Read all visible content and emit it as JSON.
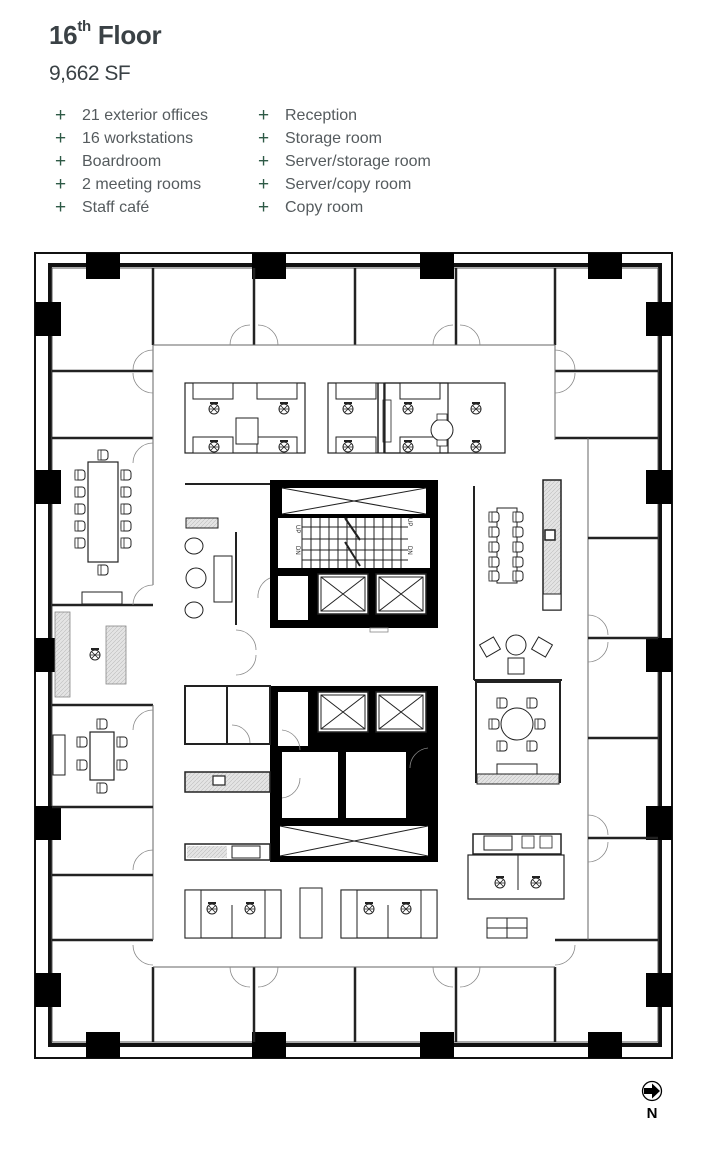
{
  "header": {
    "floor_number": "16",
    "floor_suffix": "th",
    "floor_word": "Floor",
    "area": "9,662 SF"
  },
  "features": {
    "column1": [
      {
        "icon": "plus-icon",
        "label": "21 exterior offices"
      },
      {
        "icon": "plus-icon",
        "label": "16 workstations"
      },
      {
        "icon": "plus-icon",
        "label": "Boardroom"
      },
      {
        "icon": "plus-icon",
        "label": "2 meeting rooms"
      },
      {
        "icon": "plus-icon",
        "label": "Staff café"
      }
    ],
    "column2": [
      {
        "icon": "plus-icon",
        "label": "Reception"
      },
      {
        "icon": "plus-icon",
        "label": "Storage room"
      },
      {
        "icon": "plus-icon",
        "label": "Server/storage room"
      },
      {
        "icon": "plus-icon",
        "label": "Server/copy room"
      },
      {
        "icon": "plus-icon",
        "label": "Copy room"
      }
    ],
    "plus_symbol": "+",
    "accent_color": "#2e5a46"
  },
  "floor_plan": {
    "stair_labels": [
      "UP",
      "DN",
      "UP",
      "DN"
    ],
    "elevator_count": 4,
    "freight_elevators": 2
  },
  "compass": {
    "icon": "north-arrow-icon",
    "label": "N"
  }
}
